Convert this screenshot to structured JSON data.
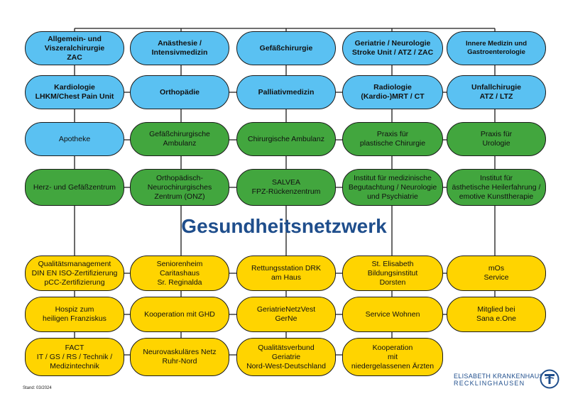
{
  "title": "Gesundheitsnetzwerk",
  "stand": "Stand: 03/2024",
  "logo": {
    "line1": "ELISABETH KRANKENHAUS",
    "line2": "RECKLINGHAUSEN",
    "icon": "hospital-logo-icon"
  },
  "colors": {
    "blue": "#5ac1f2",
    "green": "#42a63e",
    "yellow": "#ffd400",
    "title": "#1f4e8c"
  },
  "top": {
    "row1": [
      "Allgemein- und\nViszeralchirurgie\nZAC",
      "Anästhesie /\nIntensivmedizin",
      "Gefäßchirurgie",
      "Geriatrie / Neurologie\nStroke Unit / ATZ / ZAC",
      "Innere Medizin und\nGastroenterologie"
    ],
    "row2": [
      "Kardiologie\nLHKM/Chest Pain Unit",
      "Orthopädie",
      "Palliativmedizin",
      "Radiologie\n(Kardio-)MRT / CT",
      "Unfallchirugie\nATZ / LTZ"
    ],
    "row3": [
      "Apotheke",
      "Gefäßchirurgische\nAmbulanz",
      "Chirurgische Ambulanz",
      "Praxis für\nplastische Chirurgie",
      "Praxis für\nUrologie"
    ],
    "row4": [
      "Herz- und Gefäßzentrum",
      "Orthopädisch-\nNeurochirurgisches\nZentrum (ONZ)",
      "SALVEA\nFPZ-Rückenzentrum",
      "Institut für medizinische\nBegutachtung / Neurologie\nund Psychiatrie",
      "Institut für\nästhetische Heilerfahrung /\nemotive Kunsttherapie"
    ]
  },
  "bottom": {
    "row1": [
      "Qualitätsmanagement\nDIN EN ISO-Zertifizierung\npCC-Zertifizierung",
      "Seniorenheim\nCaritashaus\nSr. Reginalda",
      "Rettungsstation DRK\nam Haus",
      "St. Elisabeth\nBildungsinstitut\nDorsten",
      "mOs\nService"
    ],
    "row2": [
      "Hospiz zum\nheiligen Franziskus",
      "Kooperation mit GHD",
      "GeriatrieNetzVest\nGerNe",
      "Service Wohnen",
      "Mitglied bei\nSana e.One"
    ],
    "row3": [
      "FACT\nIT / GS / RS / Technik /\nMedizintechnik",
      "Neurovaskuläres Netz\nRuhr-Nord",
      "Qualitätsverbund\nGeriatrie\nNord-West-Deutschland",
      "Kooperation\nmit\nniedergelassenen Ärzten"
    ]
  }
}
